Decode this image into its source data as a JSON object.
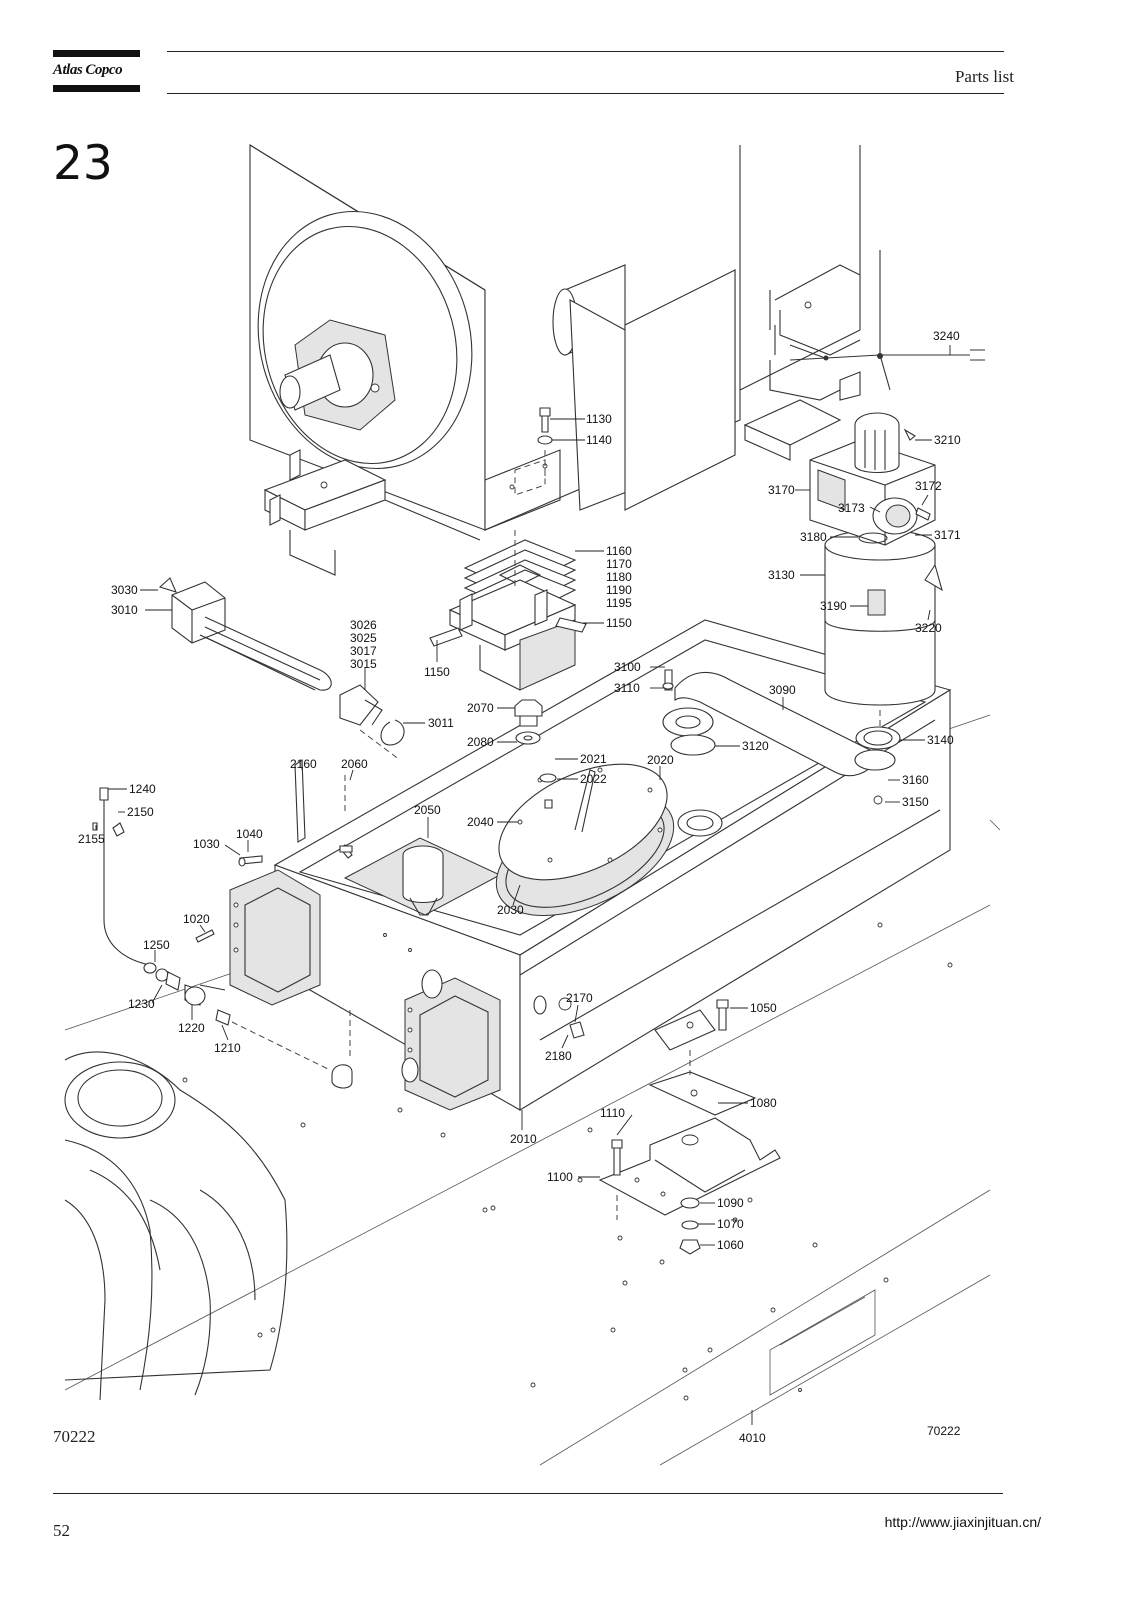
{
  "header": {
    "brand": "Atlas Copco",
    "title": "Parts list"
  },
  "section": {
    "number": "23"
  },
  "drawing": {
    "id_left": "70222",
    "id_right": "70222",
    "callouts": [
      "1130",
      "1140",
      "1160",
      "1170",
      "1180",
      "1190",
      "1195",
      "1150",
      "1150",
      "3030",
      "3010",
      "3026",
      "3025",
      "3017",
      "3015",
      "3011",
      "2070",
      "2080",
      "2021",
      "2022",
      "2020",
      "2040",
      "2050",
      "2030",
      "2160",
      "2060",
      "1240",
      "2150",
      "2155",
      "1030",
      "1040",
      "1020",
      "1250",
      "1230",
      "1220",
      "1210",
      "2170",
      "2180",
      "1050",
      "2010",
      "1080",
      "1110",
      "1100",
      "1090",
      "1070",
      "1060",
      "3240",
      "3210",
      "3170",
      "3172",
      "3173",
      "3180",
      "3171",
      "3130",
      "3190",
      "3220",
      "3100",
      "3110",
      "3090",
      "3120",
      "3140",
      "3160",
      "3150",
      "4010"
    ]
  },
  "footer": {
    "page_number": "52",
    "url": "http://www.jiaxinjituan.cn/"
  }
}
